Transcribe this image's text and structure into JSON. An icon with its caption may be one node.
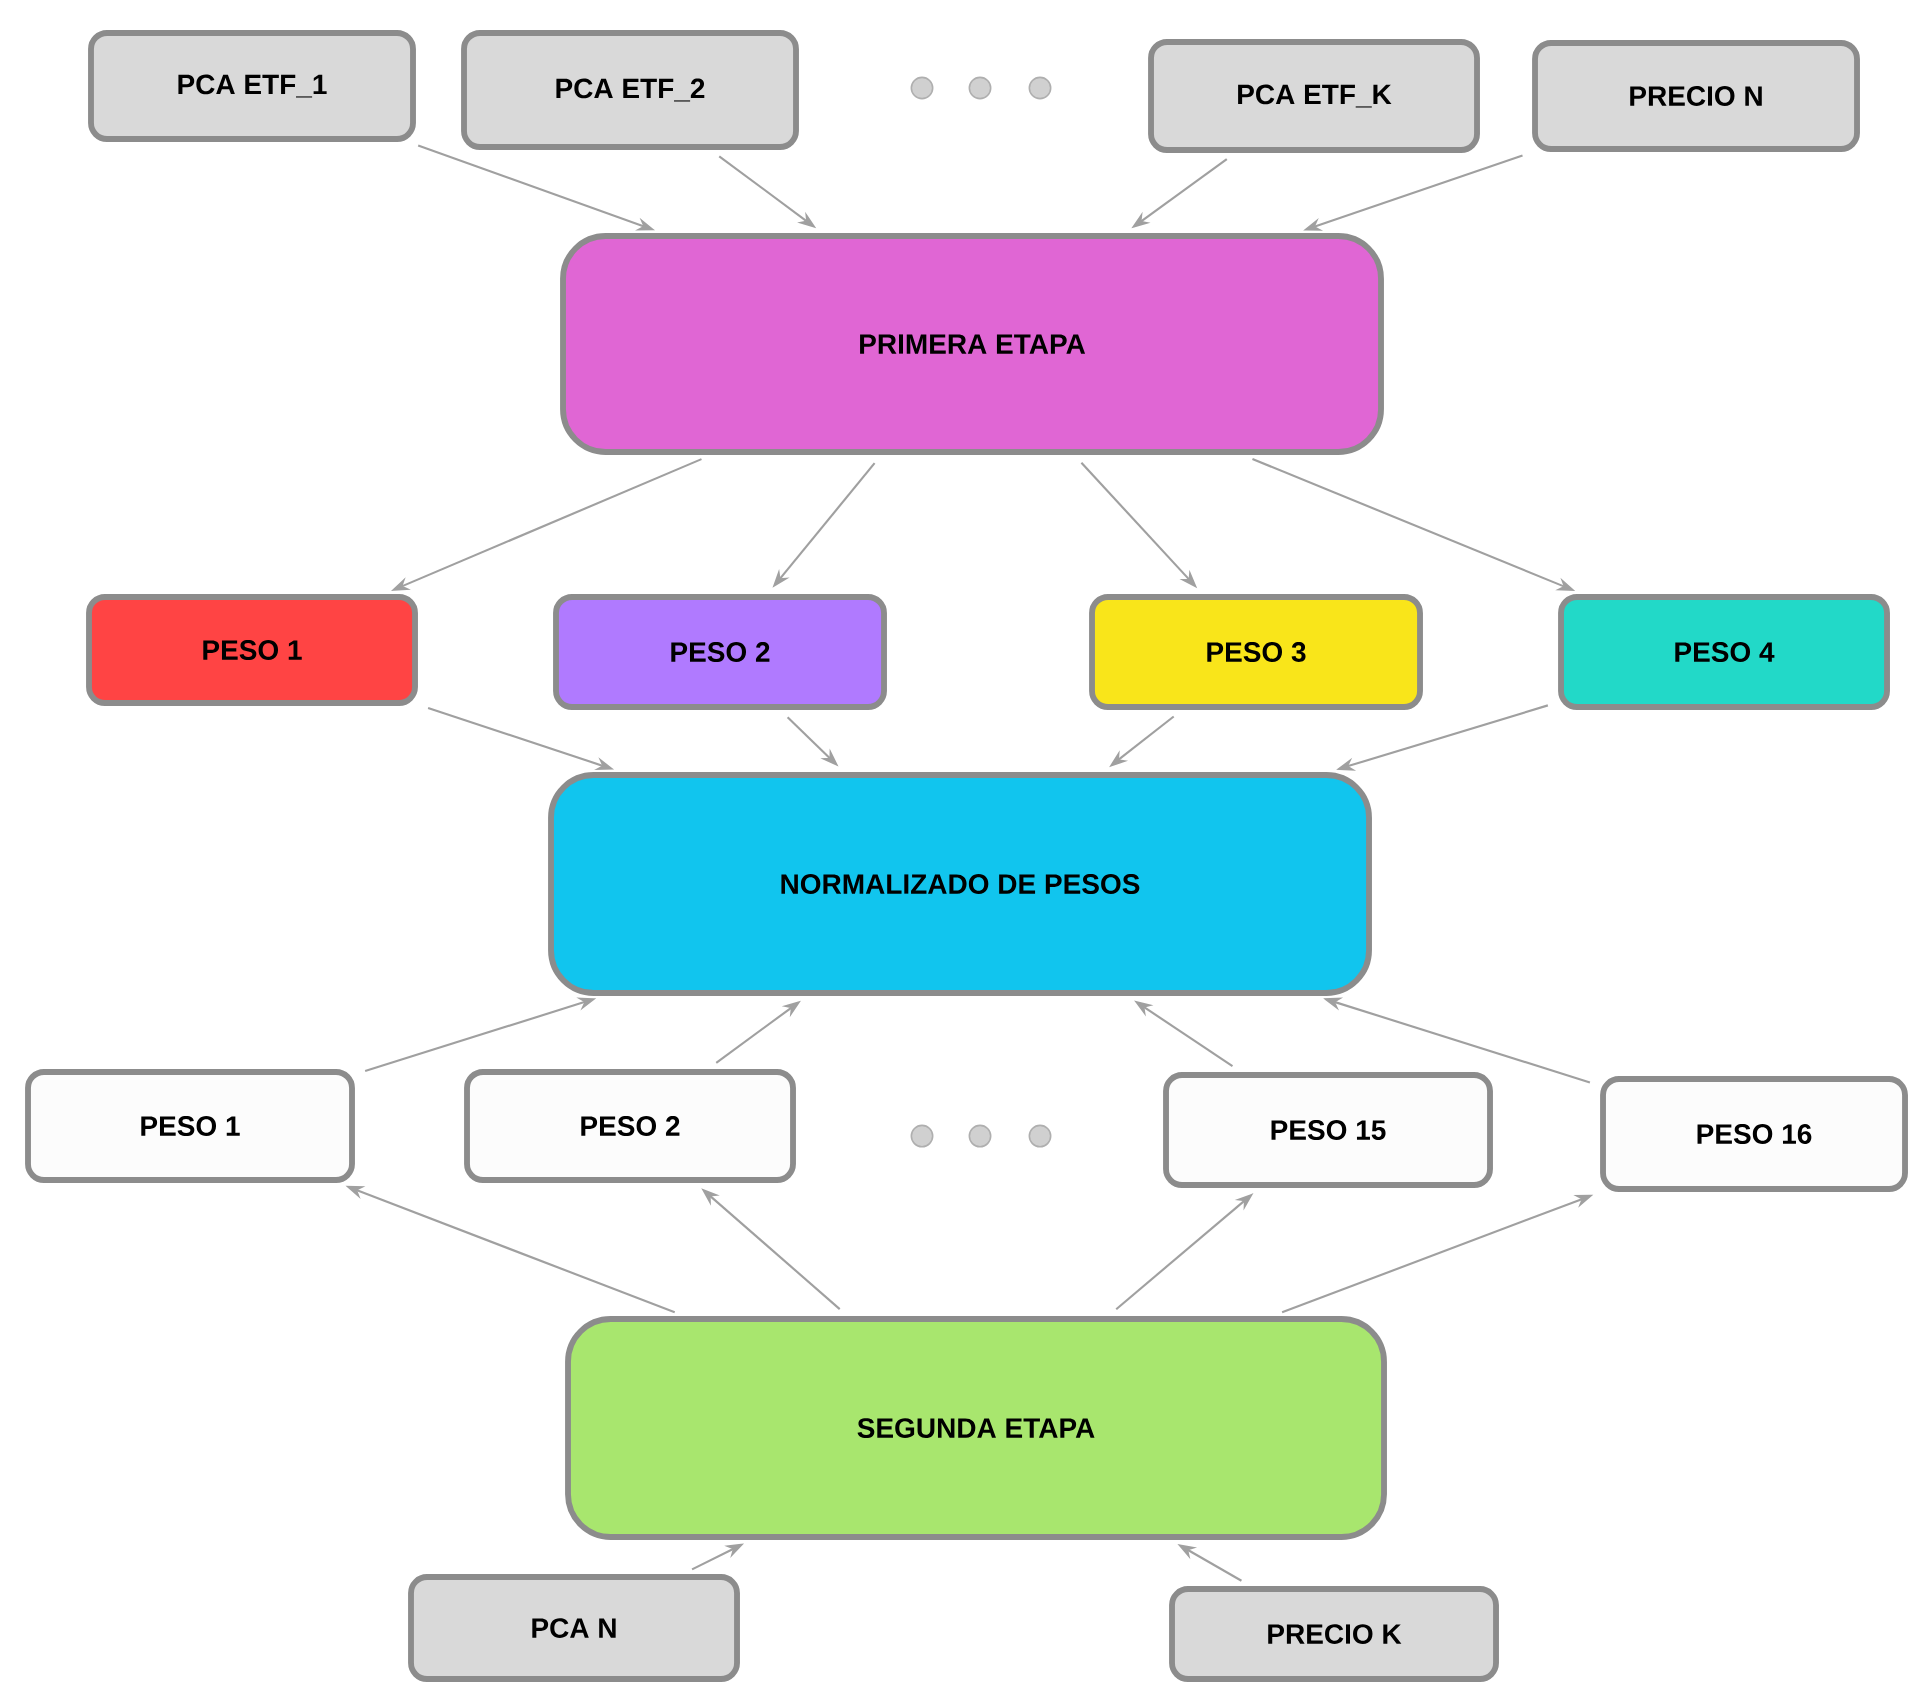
{
  "diagram": {
    "nodes": [
      {
        "text": [
          "PCA ETF_1"
        ]
      },
      {
        "text": [
          "PCA ETF_2"
        ]
      },
      {
        "text": [
          "PCA ETF_K"
        ]
      },
      {
        "text": [
          "PRECIO N"
        ]
      },
      {
        "text": [
          "PRIMERA ETAPA"
        ]
      },
      {
        "text": [
          "PESO 1"
        ]
      },
      {
        "text": [
          "PESO 2"
        ]
      },
      {
        "text": [
          "PESO 3"
        ]
      },
      {
        "text": [
          "PESO 4"
        ]
      },
      {
        "text": [
          "NORMALIZADO DE PESOS"
        ]
      },
      {
        "text": [
          "PESO 1"
        ]
      },
      {
        "text": [
          "PESO 2"
        ]
      },
      {
        "text": [
          "PESO 15"
        ]
      },
      {
        "text": [
          "PESO 16"
        ]
      },
      {
        "text": [
          "SEGUNDA ETAPA"
        ]
      },
      {
        "text": [
          "PCA N"
        ]
      },
      {
        "text": [
          "PRECIO K"
        ]
      }
    ],
    "edges": [
      {
        "from": 0,
        "to": 4,
        "arrow": "to"
      },
      {
        "from": 1,
        "to": 4,
        "arrow": "to"
      },
      {
        "from": 2,
        "to": 4,
        "arrow": "to"
      },
      {
        "from": 3,
        "to": 4,
        "arrow": "to"
      },
      {
        "from": 4,
        "to": 5,
        "arrow": "to"
      },
      {
        "from": 4,
        "to": 6,
        "arrow": "to"
      },
      {
        "from": 4,
        "to": 7,
        "arrow": "to"
      },
      {
        "from": 4,
        "to": 8,
        "arrow": "to"
      },
      {
        "from": 5,
        "to": 9,
        "arrow": "to"
      },
      {
        "from": 6,
        "to": 9,
        "arrow": "to"
      },
      {
        "from": 7,
        "to": 9,
        "arrow": "to"
      },
      {
        "from": 8,
        "to": 9,
        "arrow": "to"
      },
      {
        "from": 10,
        "to": 9,
        "arrow": "to"
      },
      {
        "from": 11,
        "to": 9,
        "arrow": "to"
      },
      {
        "from": 12,
        "to": 9,
        "arrow": "to"
      },
      {
        "from": 13,
        "to": 9,
        "arrow": "to"
      },
      {
        "from": 14,
        "to": 10,
        "arrow": "to"
      },
      {
        "from": 14,
        "to": 11,
        "arrow": "to"
      },
      {
        "from": 14,
        "to": 12,
        "arrow": "to"
      },
      {
        "from": 14,
        "to": 13,
        "arrow": "to"
      },
      {
        "from": 15,
        "to": 14,
        "arrow": "to"
      },
      {
        "from": 16,
        "to": 14,
        "arrow": "to"
      }
    ]
  }
}
